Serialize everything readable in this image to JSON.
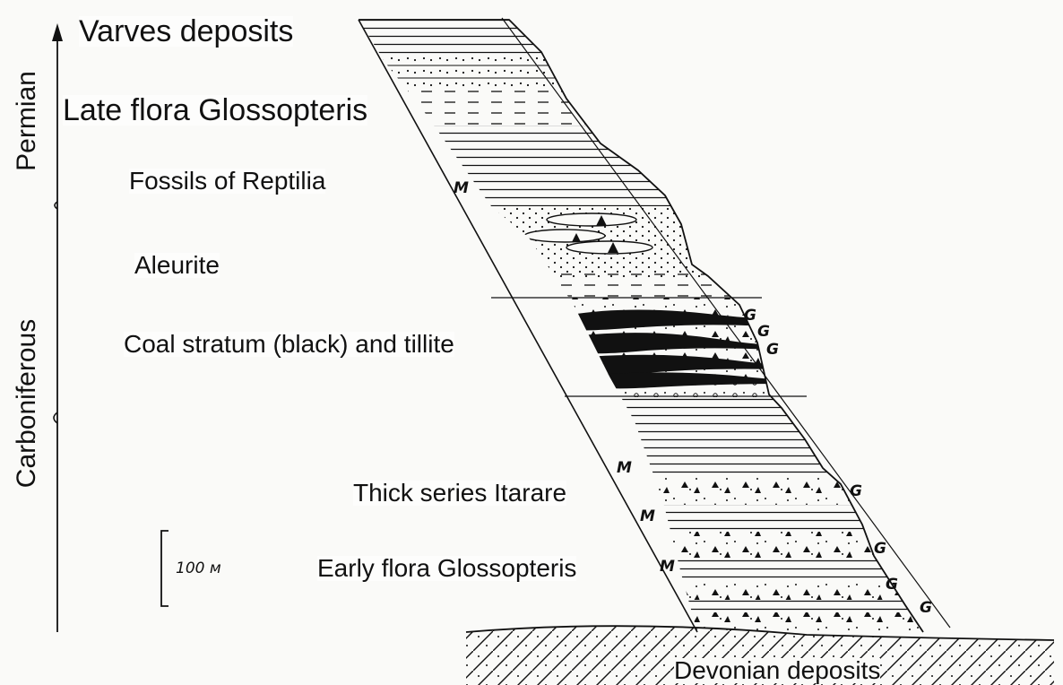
{
  "labels": {
    "varves": "Varves deposits",
    "late_flora": "Late flora Glossopteris",
    "reptilia": "Fossils of Reptilia",
    "aleurite": "Aleurite",
    "coal": "Coal stratum (black) and tillite",
    "itarare": "Thick series Itarare",
    "early_flora": "Early flora Glossopteris",
    "devonian": "Devonian deposits"
  },
  "periods": {
    "permian": "Permian",
    "carboniferous": "Carboniferous"
  },
  "scale_bar": {
    "label": "100 м"
  },
  "marks": {
    "m": "M",
    "g": "G"
  },
  "colors": {
    "ink": "#111111",
    "background": "#fafaf8"
  }
}
